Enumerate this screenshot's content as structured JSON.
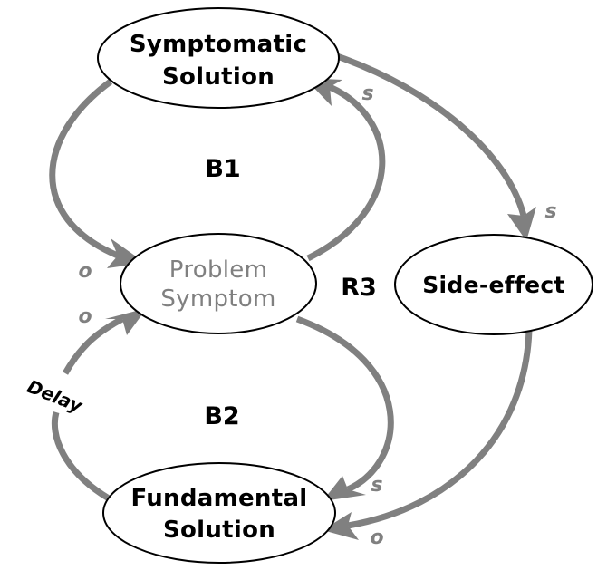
{
  "diagram": {
    "type": "causal-loop",
    "colors": {
      "link": "#808080",
      "node_border": "#000000",
      "muted_text": "#808080",
      "text": "#000000",
      "background": "#ffffff"
    },
    "nodes": {
      "symptomatic_solution": {
        "line1": "Symptomatic",
        "line2": "Solution"
      },
      "problem_symptom": {
        "line1": "Problem",
        "line2": "Symptom"
      },
      "side_effect": {
        "label": "Side-effect"
      },
      "fundamental_solution": {
        "line1": "Fundamental",
        "line2": "Solution"
      }
    },
    "links": [
      {
        "from": "Symptomatic Solution",
        "to": "Problem Symptom",
        "polarity": "o"
      },
      {
        "from": "Problem Symptom",
        "to": "Symptomatic Solution",
        "polarity": "s"
      },
      {
        "from": "Symptomatic Solution",
        "to": "Side-effect",
        "polarity": "s"
      },
      {
        "from": "Problem Symptom",
        "to": "Fundamental Solution",
        "polarity": "s"
      },
      {
        "from": "Fundamental Solution",
        "to": "Problem Symptom",
        "polarity": "o",
        "delay": true
      },
      {
        "from": "Side-effect",
        "to": "Fundamental Solution",
        "polarity": "o"
      }
    ],
    "polarity_labels": {
      "ss_to_ps": "o",
      "ps_to_ss": "s",
      "ss_to_se": "s",
      "ps_to_fs": "s",
      "fs_to_ps": "o",
      "se_to_fs": "o"
    },
    "loops": {
      "b1": "B1",
      "b2": "B2",
      "r3": "R3"
    },
    "delay_label": "Delay"
  }
}
